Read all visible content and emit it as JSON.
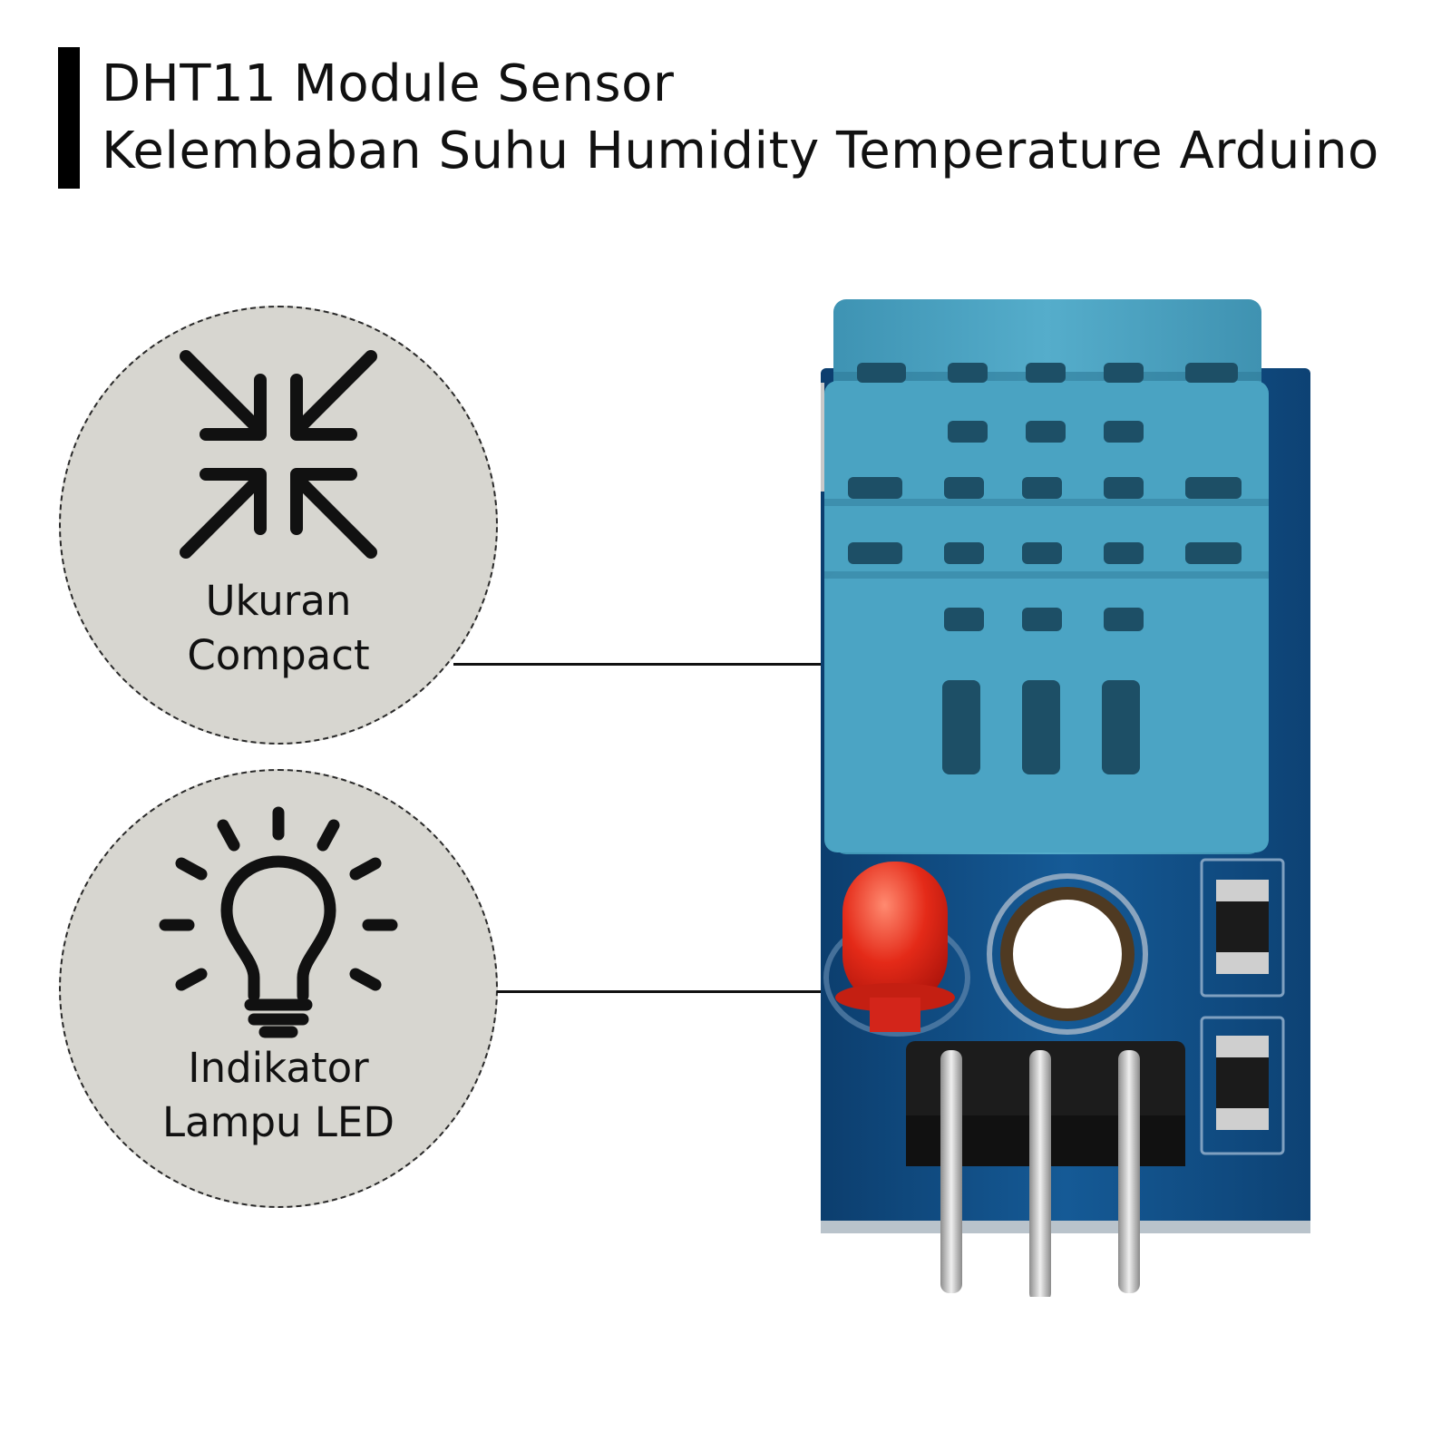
{
  "header": {
    "title_line1": "DHT11 Module Sensor",
    "title_line2": "Kelembaban Suhu Humidity Temperature Arduino"
  },
  "features": [
    {
      "icon": "compress-arrows-icon",
      "label_line1": "Ukuran",
      "label_line2": "Compact"
    },
    {
      "icon": "lightbulb-icon",
      "label_line1": "Indikator",
      "label_line2": "Lampu LED"
    }
  ],
  "colors": {
    "badge_fill": "#d7d6d0",
    "sensor_housing": "#4aa3c2",
    "pcb": "#0f4a80",
    "led": "#e02418"
  }
}
